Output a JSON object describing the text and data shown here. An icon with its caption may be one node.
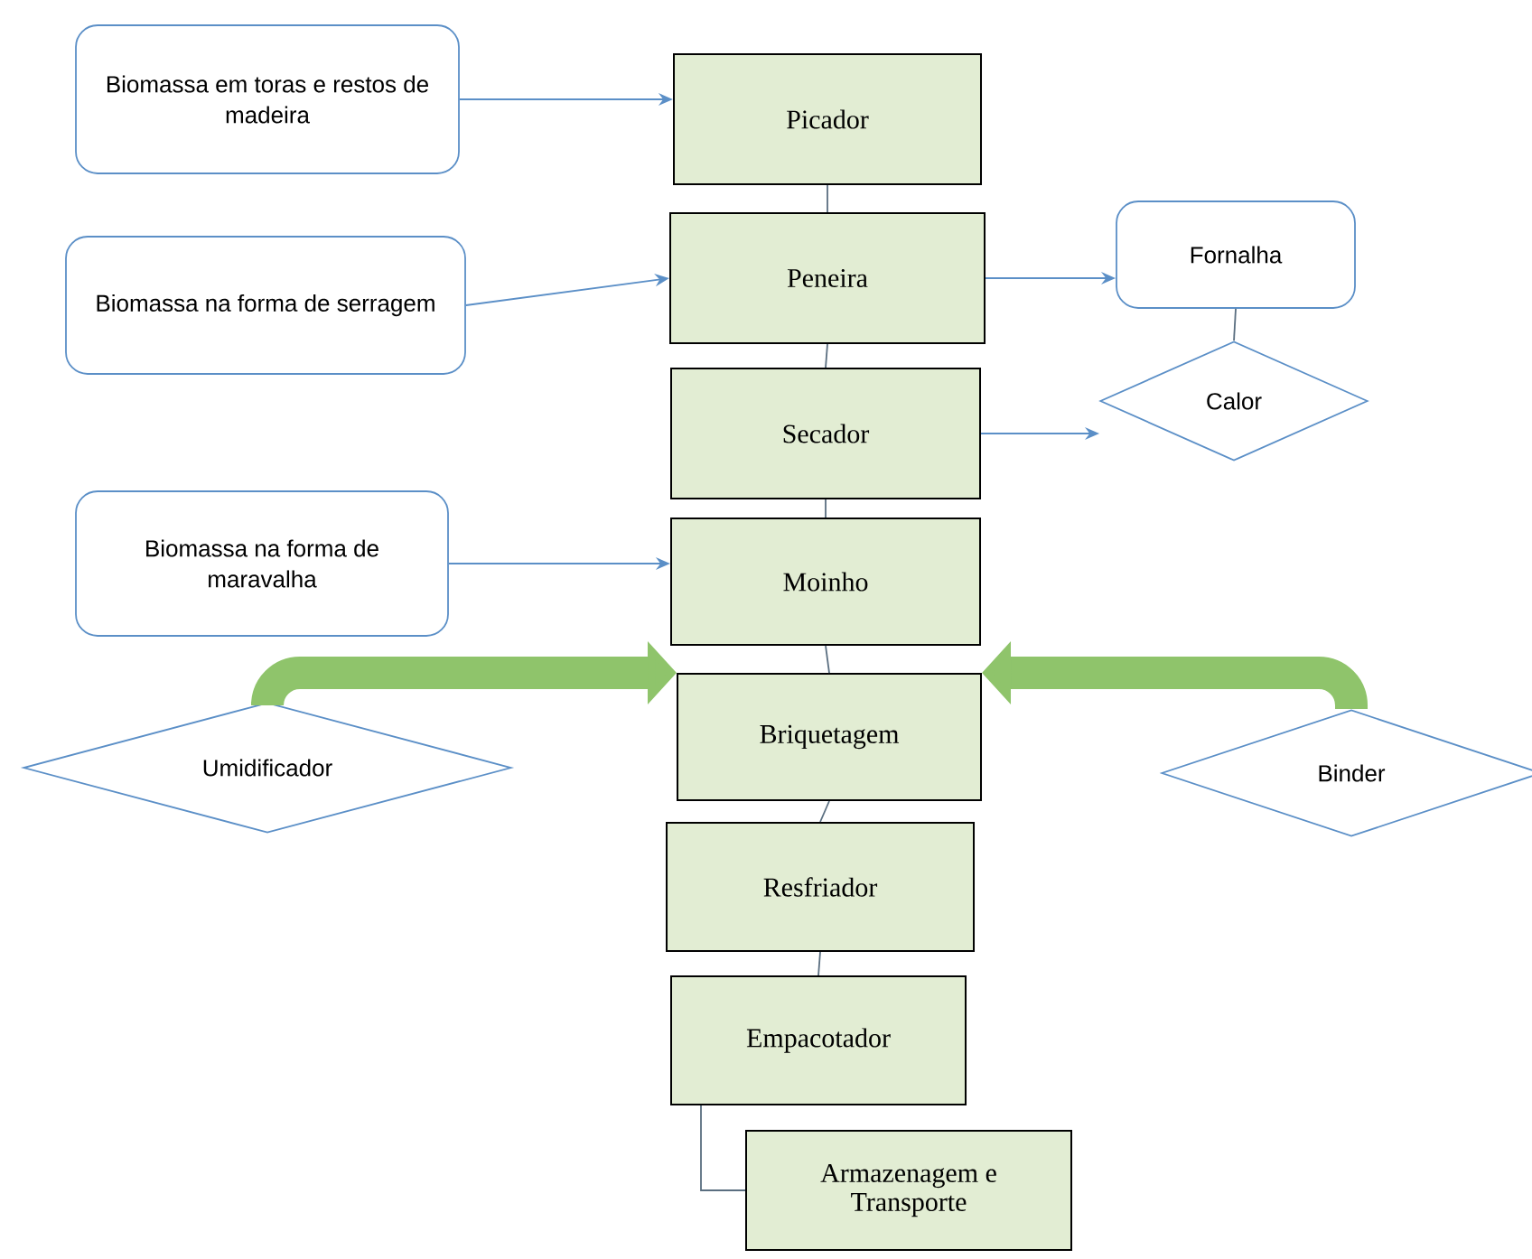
{
  "diagram": {
    "nodes": [
      {
        "text": [
          "Biomassa em toras e restos de madeira"
        ]
      },
      {
        "text": [
          "Picador"
        ]
      },
      {
        "text": [
          "Biomassa na forma de serragem"
        ]
      },
      {
        "text": [
          "Peneira"
        ]
      },
      {
        "text": [
          "Fornalha"
        ]
      },
      {
        "text": [
          "Calor"
        ]
      },
      {
        "text": [
          "Secador"
        ]
      },
      {
        "text": [
          "Biomassa na forma de maravalha"
        ]
      },
      {
        "text": [
          "Moinho"
        ]
      },
      {
        "text": [
          "Briquetagem"
        ]
      },
      {
        "text": [
          "Umidificador"
        ]
      },
      {
        "text": [
          "Binder"
        ]
      },
      {
        "text": [
          "Resfriador"
        ]
      },
      {
        "text": [
          "Empacotador"
        ]
      },
      {
        "text": [
          "Armazenagem e Transporte"
        ]
      }
    ],
    "edges": [
      {
        "from": 0,
        "to": 1,
        "arrow": "to"
      },
      {
        "from": 1,
        "to": 3,
        "arrow": "none"
      },
      {
        "from": 2,
        "to": 3,
        "arrow": "to"
      },
      {
        "from": 3,
        "to": 4,
        "arrow": "to"
      },
      {
        "from": 4,
        "to": 5,
        "arrow": "none"
      },
      {
        "from": 3,
        "to": 6,
        "arrow": "none"
      },
      {
        "from": 6,
        "to": 5,
        "arrow": "to"
      },
      {
        "from": 6,
        "to": 8,
        "arrow": "none"
      },
      {
        "from": 7,
        "to": 8,
        "arrow": "to"
      },
      {
        "from": 8,
        "to": 9,
        "arrow": "none"
      },
      {
        "from": 10,
        "to": 9,
        "arrow": "to",
        "style": "thick",
        "color": "#8fc46b"
      },
      {
        "from": 11,
        "to": 9,
        "arrow": "to",
        "style": "thick",
        "color": "#8fc46b"
      },
      {
        "from": 9,
        "to": 12,
        "arrow": "none"
      },
      {
        "from": 12,
        "to": 13,
        "arrow": "none"
      },
      {
        "from": 13,
        "to": 14,
        "arrow": "none"
      }
    ]
  }
}
